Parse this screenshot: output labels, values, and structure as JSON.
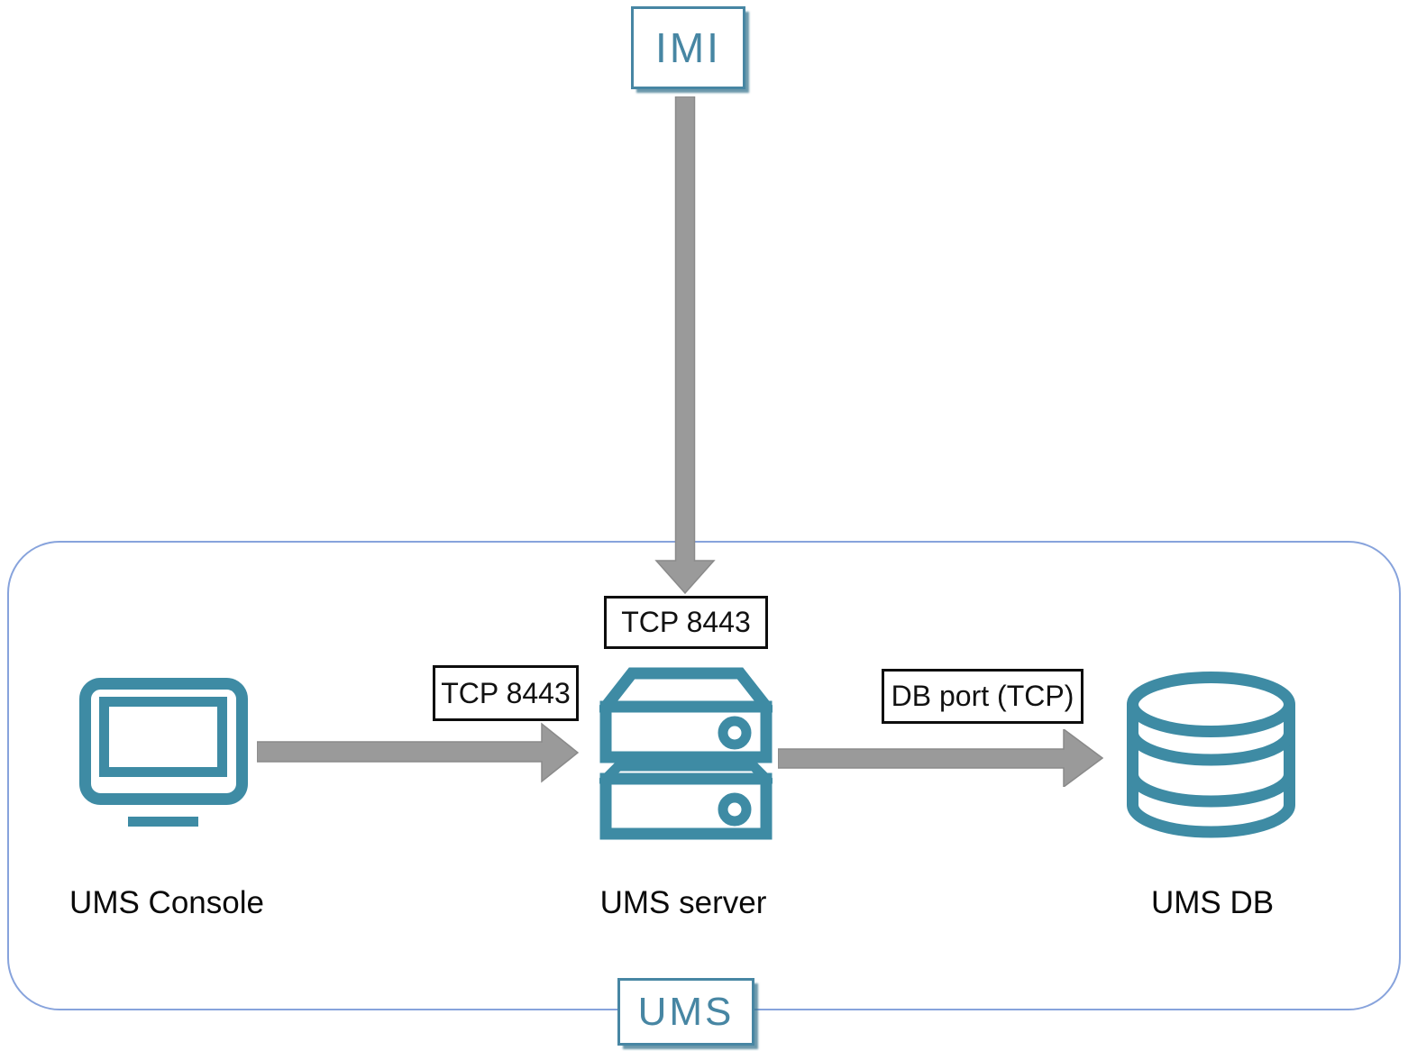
{
  "diagram": {
    "external_node": {
      "label": "IMI"
    },
    "group": {
      "label": "UMS"
    },
    "nodes": [
      {
        "id": "ums-console",
        "label": "UMS Console",
        "icon": "monitor-icon"
      },
      {
        "id": "ums-server",
        "label": "UMS server",
        "icon": "server-icon"
      },
      {
        "id": "ums-db",
        "label": "UMS DB",
        "icon": "database-icon"
      }
    ],
    "connections": [
      {
        "from": "IMI",
        "to": "UMS server",
        "label": "TCP 8443"
      },
      {
        "from": "UMS Console",
        "to": "UMS server",
        "label": "TCP 8443"
      },
      {
        "from": "UMS server",
        "to": "UMS DB",
        "label": "DB port (TCP)"
      }
    ],
    "colors": {
      "icon_teal": "#3E8BA4",
      "box_teal": "#4786A3",
      "arrow_gray": "#9A9A9A",
      "group_border": "#87A3DC",
      "label_border": "#0d0d0d"
    }
  }
}
